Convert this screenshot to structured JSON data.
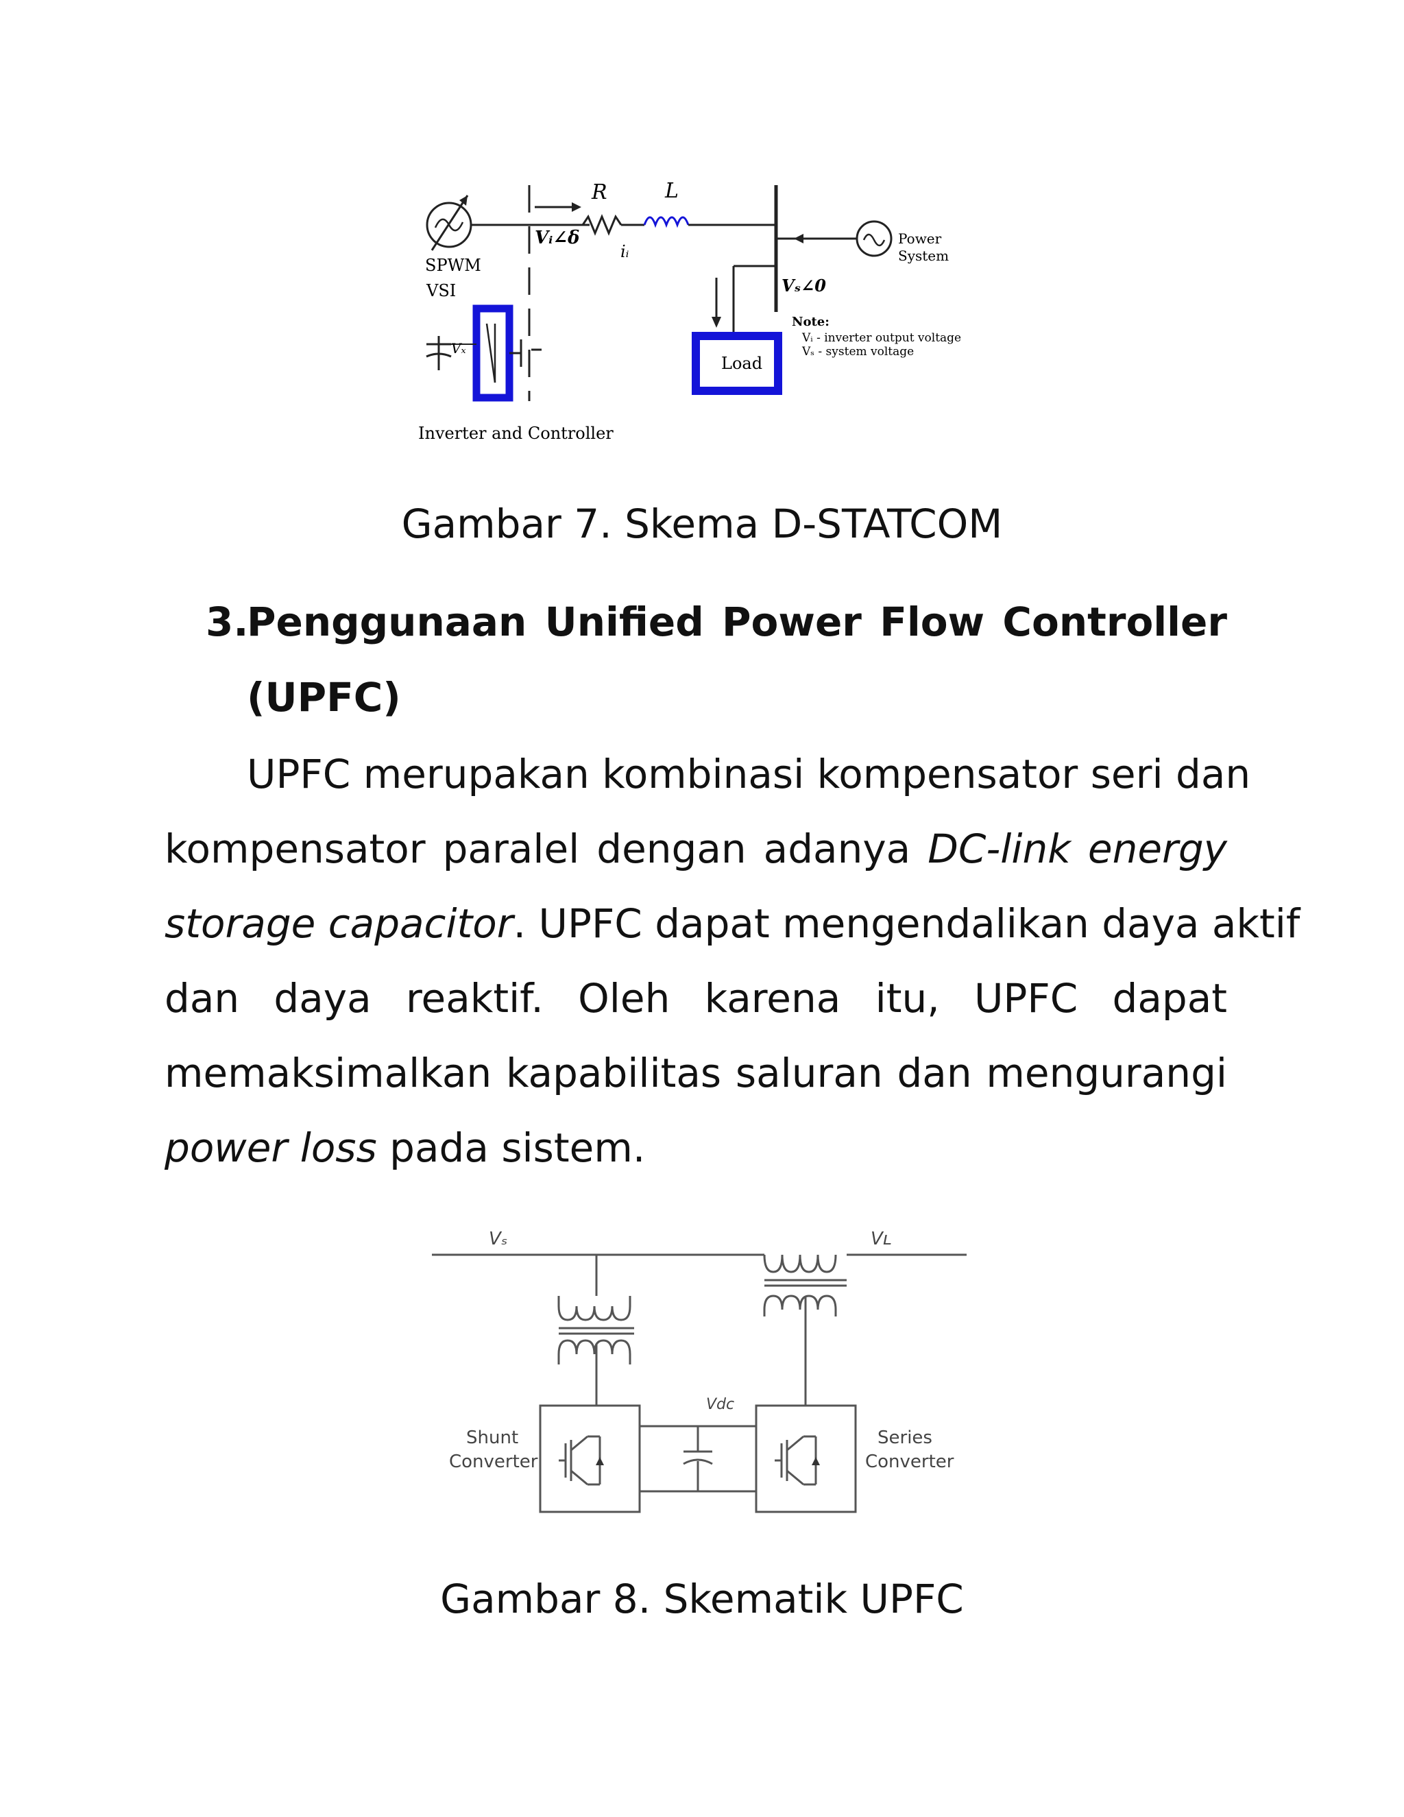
{
  "figure7": {
    "labels": {
      "r": "R",
      "l": "L",
      "vi_delta": "Vᵢ∠δ",
      "ii": "iᵢ",
      "vs_zero": "Vₛ∠0",
      "spwm": "SPWM",
      "vsi": "VSI",
      "vdc": "Vₓ",
      "power": "Power",
      "system": "System",
      "note": "Note:",
      "note_vi": "Vᵢ - inverter output voltage",
      "note_vs": "Vₛ - system voltage",
      "load": "Load",
      "inverter_controller": "Inverter and Controller"
    },
    "colors": {
      "accent": "#1414d8"
    },
    "caption": "Gambar 7. Skema D-STATCOM"
  },
  "section": {
    "number": "3.",
    "title_line1": "Penggunaan Unified Power Flow Controller",
    "title_line2": "(UPFC)"
  },
  "paragraph": {
    "l1": "UPFC merupakan kombinasi kompensator seri dan",
    "l2a": "kompensator paralel dengan adanya ",
    "l2b": "DC-link energy",
    "l3a": "storage capacitor",
    "l3b": ". UPFC dapat mengendalikan daya aktif",
    "l4": "dan daya reaktif. Oleh karena itu, UPFC dapat",
    "l5": "memaksimalkan kapabilitas saluran dan mengurangi",
    "l6a": "power loss",
    "l6b": " pada sistem."
  },
  "figure8": {
    "labels": {
      "vs": "Vₛ",
      "vl": "Vʟ",
      "vdc": "Vdc",
      "shunt1": "Shunt",
      "shunt2": "Converter",
      "series1": "Series",
      "series2": "Converter"
    },
    "caption": "Gambar 8. Skematik UPFC"
  }
}
